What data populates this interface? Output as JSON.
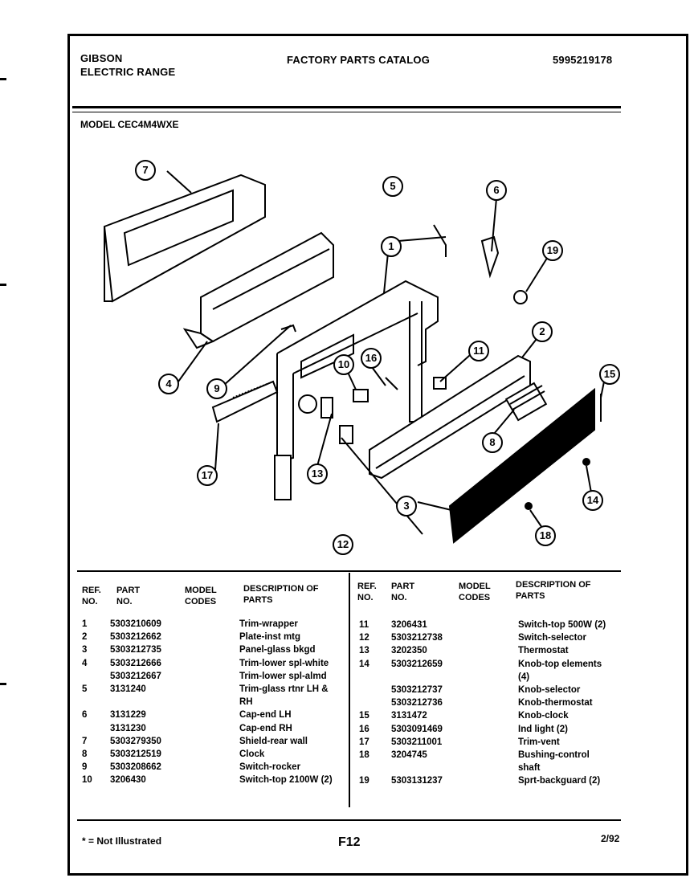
{
  "header": {
    "brand": "GIBSON",
    "product": "ELECTRIC RANGE",
    "catalog_title": "FACTORY PARTS CATALOG",
    "catalog_number": "5995219178"
  },
  "model_label": "MODEL CEC4M4WXE",
  "callouts": [
    "1",
    "2",
    "3",
    "4",
    "5",
    "6",
    "7",
    "8",
    "9",
    "10",
    "11",
    "12",
    "13",
    "14",
    "15",
    "16",
    "17",
    "18",
    "19"
  ],
  "table": {
    "headers": {
      "ref": "REF. NO.",
      "part": "PART NO.",
      "model": "MODEL CODES",
      "desc": "DESCRIPTION OF PARTS"
    },
    "left": [
      {
        "ref": "1",
        "part": "5303210609",
        "desc": "Trim-wrapper"
      },
      {
        "ref": "2",
        "part": "5303212662",
        "desc": "Plate-inst mtg"
      },
      {
        "ref": "3",
        "part": "5303212735",
        "desc": "Panel-glass bkgd"
      },
      {
        "ref": "4",
        "part": "5303212666",
        "desc": "Trim-lower spl-white"
      },
      {
        "ref": "",
        "part": "5303212667",
        "desc": "Trim-lower spl-almd"
      },
      {
        "ref": "5",
        "part": "3131240",
        "desc": "Trim-glass rtnr LH &"
      },
      {
        "ref": "",
        "part": "",
        "desc": "RH"
      },
      {
        "ref": "6",
        "part": "3131229",
        "desc": "Cap-end LH"
      },
      {
        "ref": "",
        "part": "3131230",
        "desc": "Cap-end RH"
      },
      {
        "ref": "7",
        "part": "5303279350",
        "desc": "Shield-rear wall"
      },
      {
        "ref": "8",
        "part": "5303212519",
        "desc": "Clock"
      },
      {
        "ref": "9",
        "part": "5303208662",
        "desc": "Switch-rocker"
      },
      {
        "ref": "10",
        "part": "3206430",
        "desc": "Switch-top 2100W (2)"
      }
    ],
    "right": [
      {
        "ref": "11",
        "part": "3206431",
        "desc": "Switch-top 500W (2)"
      },
      {
        "ref": "12",
        "part": "5303212738",
        "desc": "Switch-selector"
      },
      {
        "ref": "13",
        "part": "3202350",
        "desc": "Thermostat"
      },
      {
        "ref": "14",
        "part": "5303212659",
        "desc": "Knob-top elements"
      },
      {
        "ref": "",
        "part": "",
        "desc": "(4)"
      },
      {
        "ref": "",
        "part": "5303212737",
        "desc": "Knob-selector"
      },
      {
        "ref": "",
        "part": "5303212736",
        "desc": "Knob-thermostat"
      },
      {
        "ref": "15",
        "part": "3131472",
        "desc": "Knob-clock"
      },
      {
        "ref": "16",
        "part": "5303091469",
        "desc": "Ind light (2)"
      },
      {
        "ref": "17",
        "part": "5303211001",
        "desc": "Trim-vent"
      },
      {
        "ref": "18",
        "part": "3204745",
        "desc": "Bushing-control"
      },
      {
        "ref": "",
        "part": "",
        "desc": "shaft"
      },
      {
        "ref": "19",
        "part": "5303131237",
        "desc": "Sprt-backguard (2)"
      }
    ]
  },
  "footer": {
    "note": "* = Not Illustrated",
    "page": "F12",
    "date": "2/92"
  }
}
